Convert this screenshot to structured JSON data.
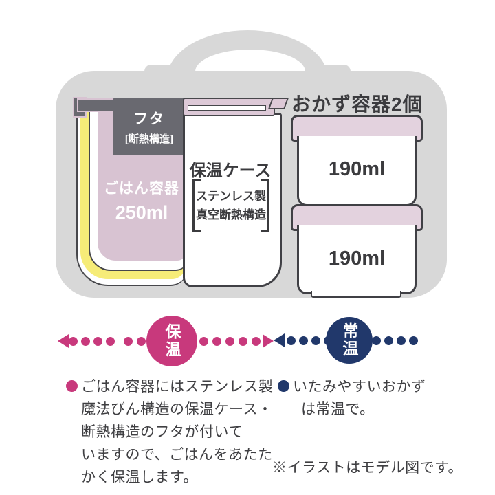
{
  "illustration": {
    "okazu_heading": "おかず容器2個",
    "lid_title": "フタ",
    "lid_sub": "[断熱構造]",
    "rice_name": "ごはん容器",
    "rice_volume": "250ml",
    "case_name": "保温ケース",
    "case_spec_lines": [
      "ステンレス製",
      "真空断熱構造"
    ],
    "okazu_volumes": [
      "190ml",
      "190ml"
    ]
  },
  "temperature": {
    "warm_label": "保温",
    "room_label": "常温",
    "warm_color": "#c8397c",
    "room_color": "#21386b"
  },
  "notes": {
    "warm_lines": [
      "ごはん容器にはステンレス製",
      "魔法びん構造の保温ケース・",
      "断熱構造のフタが付いて",
      "いますので、ごはんをあたた",
      "かく保温します。"
    ],
    "room_lines": [
      "いたみやすいおかず",
      "は常温で。"
    ],
    "disclaimer": "※イラストはモデル図です。"
  },
  "colors": {
    "case_gray": "#d8d8d8",
    "lid_dark_gray": "#696970",
    "rice_pink": "#d8c3d2",
    "okazu_lid_pink": "#e3d2de",
    "insulation_yellow": "#f6ec78",
    "outline": "#404045"
  }
}
